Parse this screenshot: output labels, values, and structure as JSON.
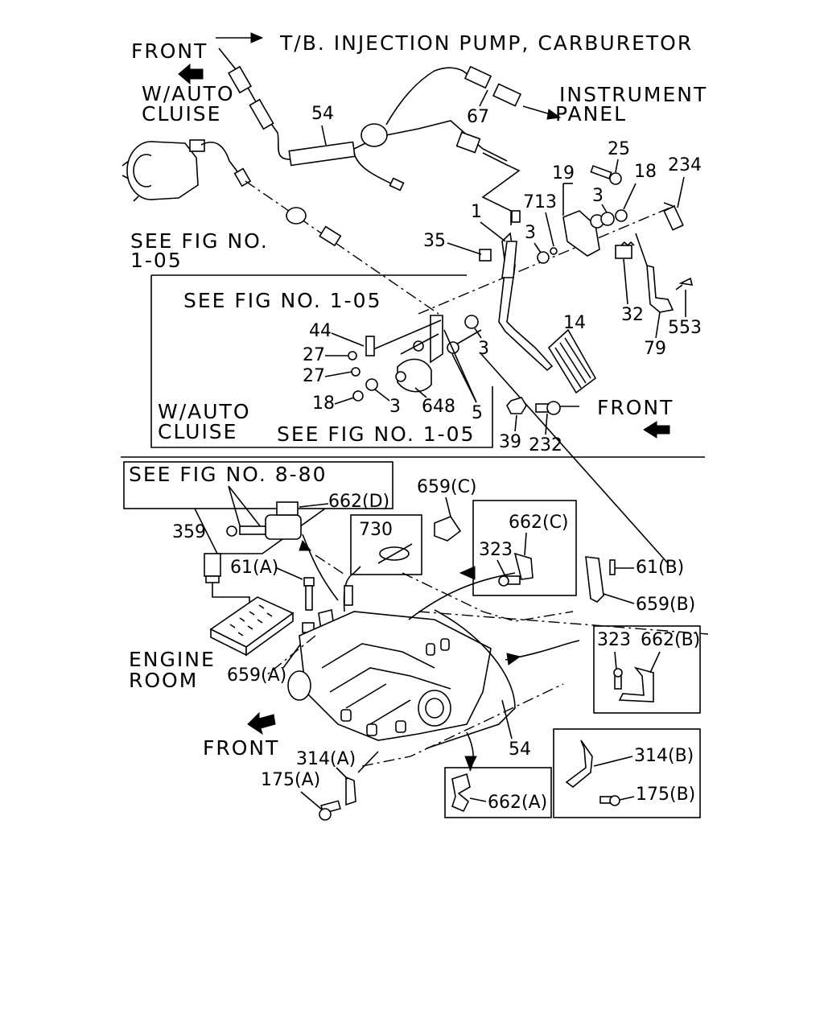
{
  "header": {
    "front_top": "FRONT",
    "destination_top": "T/B. INJECTION PUMP, CARBURETOR",
    "instrument_panel_1": "INSTRUMENT",
    "instrument_panel_2": "PANEL",
    "auto_cruise_top_1": "W/AUTO",
    "auto_cruise_top_2": "CLUISE",
    "see_fig_top_1": "SEE FIG NO.",
    "see_fig_top_2": "1-05",
    "see_fig_box_top": "SEE FIG NO. 1-05",
    "see_fig_box_bottom": "SEE FIG NO. 1-05",
    "auto_cruise_box_1": "W/AUTO",
    "auto_cruise_box_2": "CLUISE",
    "front_right": "FRONT",
    "see_fig_lower": "SEE FIG NO. 8-80",
    "engine_room_1": "ENGINE",
    "engine_room_2": "ROOM",
    "front_lower": "FRONT"
  },
  "parts_upper": {
    "p54": "54",
    "p67": "67",
    "p25": "25",
    "p19": "19",
    "p18a": "18",
    "p234": "234",
    "p713": "713",
    "p3a": "3",
    "p1": "1",
    "p3b": "3",
    "p35": "35",
    "p14": "14",
    "p32": "32",
    "p553": "553",
    "p79": "79",
    "p44": "44",
    "p27a": "27",
    "p27b": "27",
    "p18b": "18",
    "p3c": "3",
    "p648": "648",
    "p5": "5",
    "p3d": "3",
    "p39": "39",
    "p232": "232"
  },
  "parts_lower": {
    "p662d": "662(D)",
    "p659c": "659(C)",
    "p359": "359",
    "p730": "730",
    "p662c": "662(C)",
    "p323a": "323",
    "p61a": "61(A)",
    "p61b": "61(B)",
    "p659b": "659(B)",
    "p323b": "323",
    "p662b": "662(B)",
    "p659a": "659(A)",
    "p54b": "54",
    "p314a": "314(A)",
    "p175a": "175(A)",
    "p314b": "314(B)",
    "p175b": "175(B)",
    "p662a": "662(A)"
  }
}
